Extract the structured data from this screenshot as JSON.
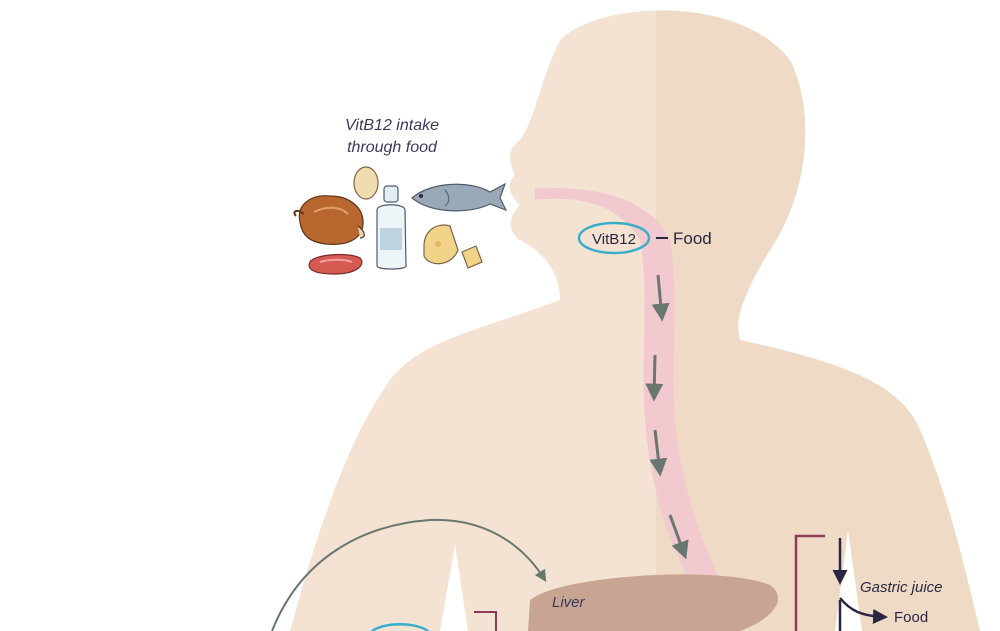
{
  "food_caption": {
    "line1": "VitB12 intake",
    "line2": "through food"
  },
  "complex": {
    "vitamin": "VitB12",
    "partner": "Food"
  },
  "organs": {
    "liver": "Liver"
  },
  "stomach_labels": {
    "gastric_juice": "Gastric juice",
    "food": "Food"
  },
  "food_icons": [
    "chicken-icon",
    "egg-icon",
    "milk-bottle-icon",
    "fish-icon",
    "cheese-icon",
    "meat-steak-icon"
  ],
  "colors": {
    "body_skin": "#f4e3d2",
    "body_shade": "#efdac6",
    "esophagus": "#f2c9cf",
    "liver": "#c7a592",
    "oval_outline": "#38aec8",
    "arrow_grey": "#687870",
    "arrow_dark": "#2b2742",
    "bracket": "#8c3b5b",
    "caption_text": "#3b3a5c"
  }
}
